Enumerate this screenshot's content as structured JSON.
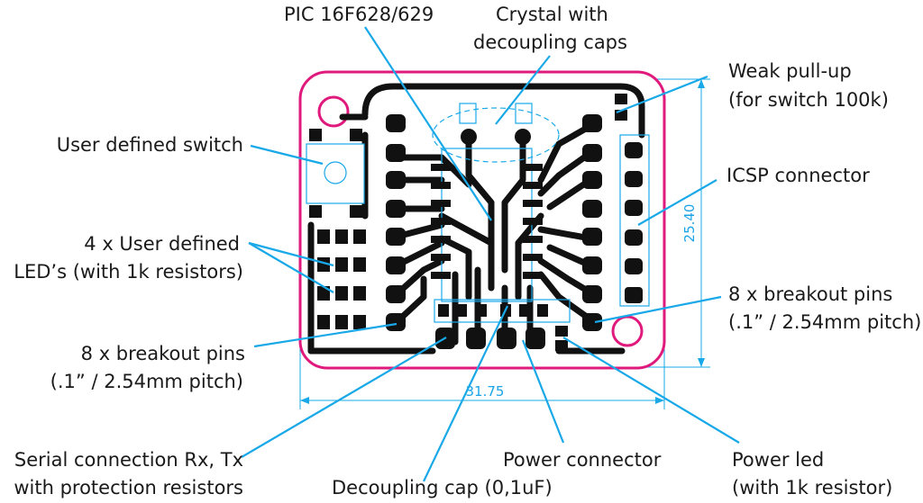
{
  "labels": {
    "pic": "PIC 16F628/629",
    "crystal_1": "Crystal with",
    "crystal_2": "decoupling caps",
    "weak_1": "Weak pull-up",
    "weak_2": "(for switch 100k)",
    "switch": "User defined switch",
    "icsp": "ICSP connector",
    "leds_1": "4 x User defined",
    "leds_2": "LED’s (with 1k resistors)",
    "breakout_right_1": "8 x breakout pins",
    "breakout_right_2": "(.1” / 2.54mm pitch)",
    "breakout_left_1": "8 x breakout pins",
    "breakout_left_2": "(.1” / 2.54mm pitch)",
    "serial_1": "Serial connection Rx, Tx",
    "serial_2": "with protection resistors",
    "power_conn": "Power connector",
    "decoupling": "Decoupling cap (0,1uF)",
    "power_led_1": "Power led",
    "power_led_2": "(with 1k resistor)"
  },
  "dimensions": {
    "height": "25.40",
    "width": "31.75"
  },
  "colors": {
    "board_outline": "#e0197d",
    "copper": "#111111",
    "annotation": "#19a8e8"
  }
}
